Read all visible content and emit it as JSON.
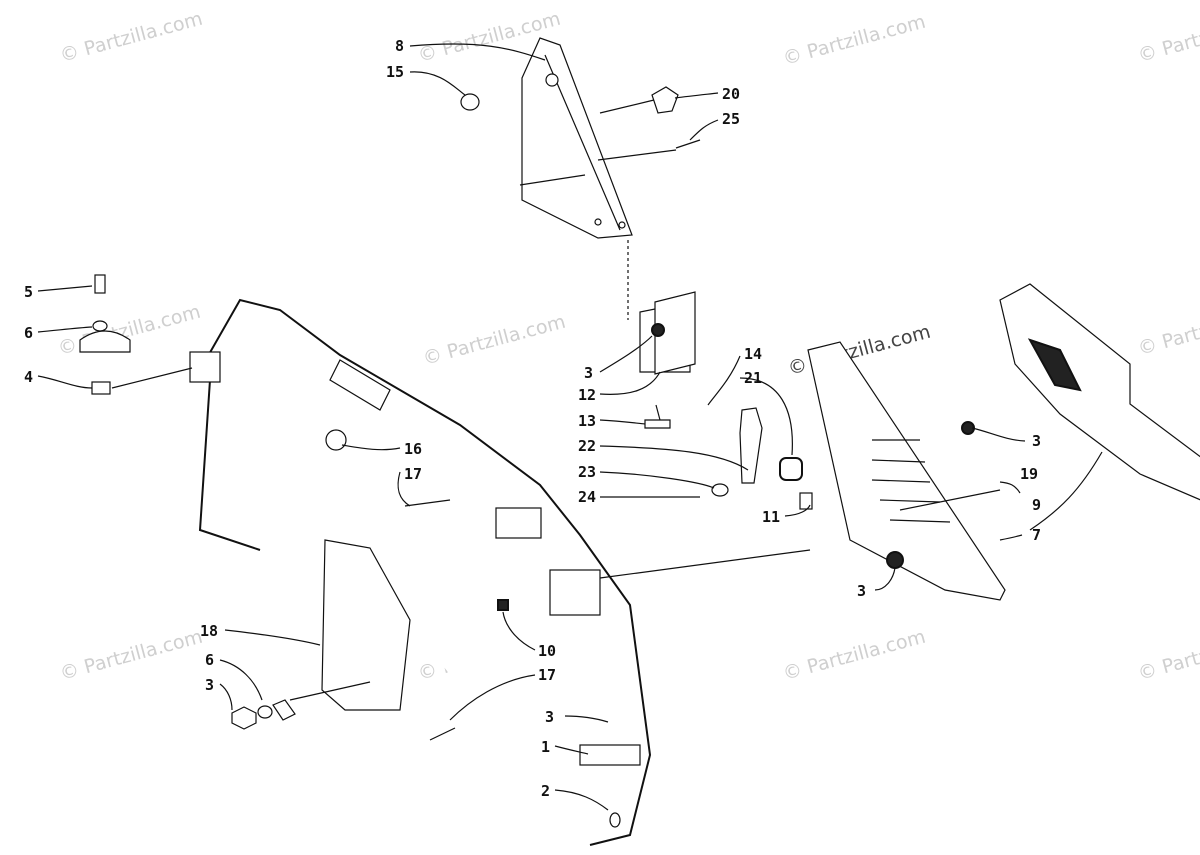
{
  "watermark": "© Partzilla.com",
  "callouts": {
    "c8": "8",
    "c15": "15",
    "c20": "20",
    "c25": "25",
    "c5": "5",
    "c6a": "6",
    "c4": "4",
    "c3a": "3",
    "c12": "12",
    "c13": "13",
    "c14": "14",
    "c21": "21",
    "c22": "22",
    "c23": "23",
    "c24": "24",
    "c16": "16",
    "c17a": "17",
    "c3b": "3",
    "c19": "19",
    "c9": "9",
    "c11": "11",
    "c7": "7",
    "c3c": "3",
    "c18": "18",
    "c6b": "6",
    "c3d": "3",
    "c10": "10",
    "c17b": "17",
    "c3e": "3",
    "c1": "1",
    "c2": "2"
  }
}
